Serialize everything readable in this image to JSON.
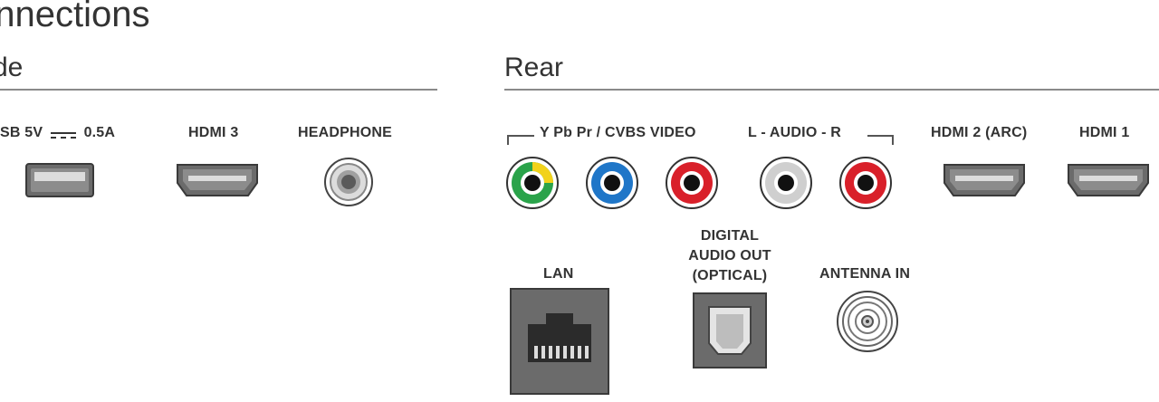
{
  "title": "onnections",
  "side": {
    "heading": "de",
    "ports": {
      "usb_prefix": "SB 5V",
      "usb_suffix": "0.5A",
      "hdmi3": "HDMI 3",
      "headphone": "HEADPHONE"
    }
  },
  "rear": {
    "heading": "Rear",
    "group_video": "Y Pb Pr / CVBS VIDEO",
    "group_audio": "L - AUDIO - R",
    "hdmi2": "HDMI 2 (ARC)",
    "hdmi1": "HDMI 1",
    "lan": "LAN",
    "digital_line1": "DIGITAL",
    "digital_line2": "AUDIO OUT",
    "digital_line3": "(OPTICAL)",
    "antenna": "ANTENNA IN"
  },
  "colors": {
    "rca_green": "#2aa34a",
    "rca_yellow": "#f2d21a",
    "rca_blue": "#1f76c8",
    "rca_red": "#d9202a",
    "rca_white": "#d8d8d8",
    "port_gray": "#6b6b6b"
  }
}
